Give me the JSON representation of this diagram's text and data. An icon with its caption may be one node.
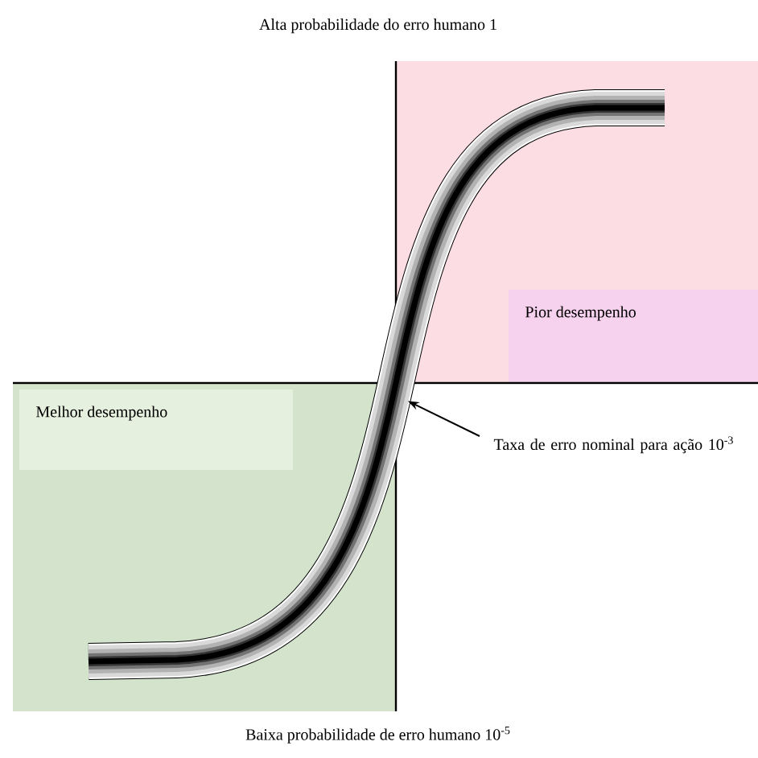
{
  "diagram": {
    "title": "Alta probabilidade do erro humano 1",
    "nodes": [
      {
        "text": [],
        "shape": "box"
      },
      {
        "text": [
          "Pior desempenho"
        ],
        "in": 0
      },
      {
        "text": [],
        "shape": "box"
      },
      {
        "text": [
          "Melhor desempenho"
        ],
        "in": 2
      },
      {
        "text": [
          "Taxa de erro nominal para ação 10$^{-3}$"
        ]
      },
      {
        "text": [],
        "shape": "curve"
      }
    ],
    "edges": [
      {
        "from": 4,
        "to": 5,
        "arrow": "to"
      }
    ],
    "labels": [
      "Baixa probabilidade de erro humano 10$^{-5}$"
    ]
  }
}
